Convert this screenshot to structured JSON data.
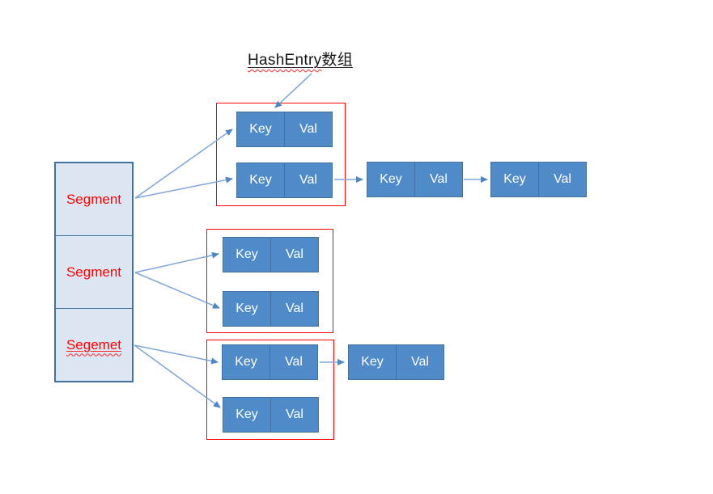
{
  "title": {
    "latin": "HashEntry",
    "cjk": "数组"
  },
  "segments": {
    "items": [
      {
        "label": "Segment"
      },
      {
        "label": "Segment"
      },
      {
        "label": "Segemet"
      }
    ]
  },
  "entry": {
    "key": "Key",
    "val": "Val"
  },
  "icons": [
    {
      "name": "arrow-icon",
      "meaning": "pointer/reference between nodes"
    }
  ],
  "colors": {
    "entry_fill": "#4f8bc9",
    "entry_border": "#41719c",
    "entry_text": "#ffffff",
    "segment_fill": "#dce6f2",
    "segment_border": "#41719c",
    "segment_text": "#ff0000",
    "group_border": "#ff0000",
    "arrow_line": "#7da6da",
    "arrow_head": "#4f86c6",
    "title_text": "#151515"
  }
}
